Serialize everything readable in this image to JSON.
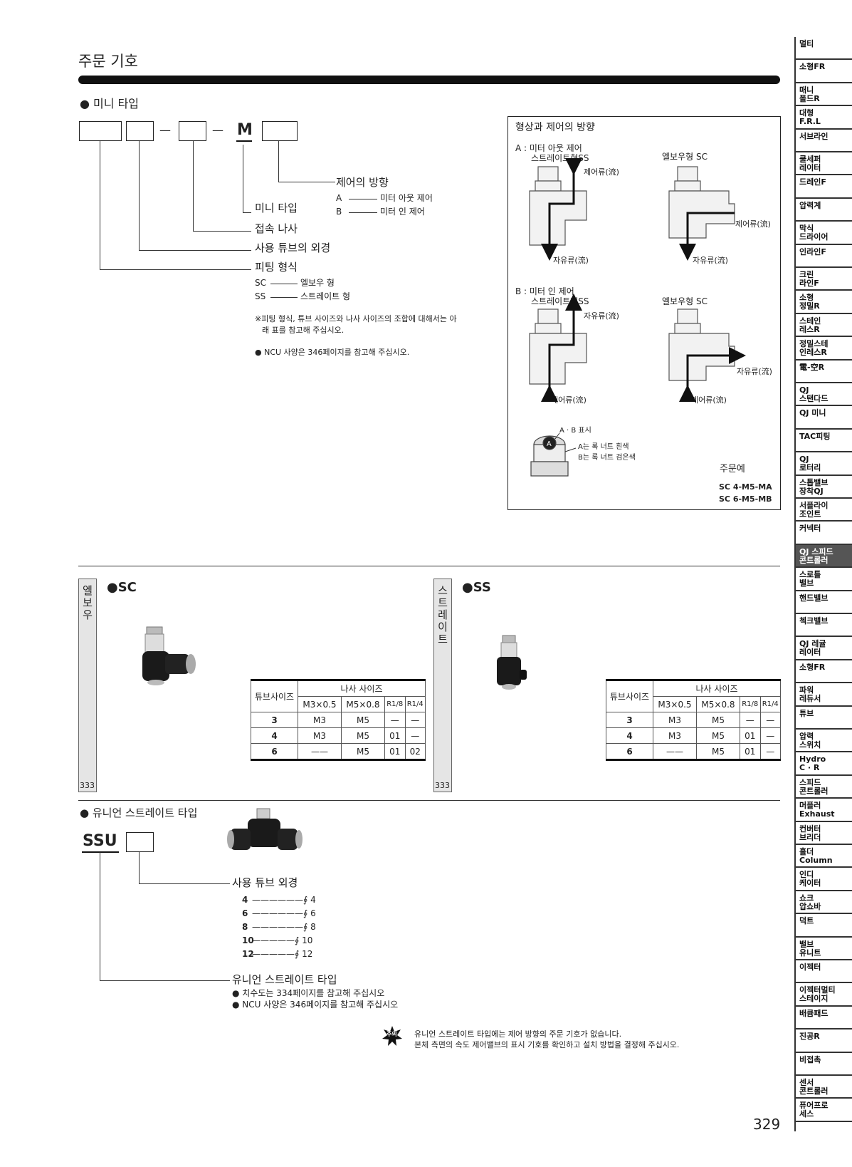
{
  "header": {
    "title": "주문 기호"
  },
  "mini": {
    "heading": "● 미니 타입",
    "code_dash1": "—",
    "code_dash2": "—",
    "code_m": "M",
    "dir_label": "제어의 방향",
    "dir_a_key": "A",
    "dir_a_text": "미터 아웃 제어",
    "dir_b_key": "B",
    "dir_b_text": "미터 인 제어",
    "mini_label": "미니 타입",
    "thread_label": "접속 나사",
    "tube_label": "사용 튜브의 외경",
    "fitting_label": "피팅 형식",
    "sc_key": "SC",
    "sc_text": "엘보우 형",
    "ss_key": "SS",
    "ss_text": "스트레이트 형",
    "note1": "※피팅 형식, 튜브 사이즈와 나사 사이즈의 조합에 대해서는 아",
    "note2": "래 표를 참고해 주십시오.",
    "note3": "● NCU 사양은 346페이지를 참고해 주십시오."
  },
  "direction_panel": {
    "title": "형상과 제어의 방향",
    "a_title": "A : 미터 아웃 제어",
    "a_sub": "스트레이트형SS",
    "a_elbow": "엘보우형 SC",
    "a_ctrl_flow": "제어류(流)",
    "a_free_flow": "자유류(流)",
    "a_elbow_ctrl": "제어류(流)",
    "a_elbow_free": "자유류(流)",
    "b_title": "B : 미터 인 제어",
    "b_sub": "스트레이트형SS",
    "b_elbow": "엘보우형 SC",
    "b_free_flow": "자유류(流)",
    "b_ctrl_flow": "제어류(流)",
    "b_elbow_free": "자유류(流)",
    "b_elbow_ctrl": "제어류(流)",
    "ab_mark": "A · B 표시",
    "a_nut": "A는 록 너트 흰색",
    "b_nut": "B는 록 너트 검은색",
    "order_example": "주문예",
    "example1": "SC 4-M5-MA",
    "example2": "SC 6-M5-MB"
  },
  "sc_section": {
    "tab_label": "엘보우",
    "tab_page": "333",
    "heading": "●SC",
    "table": {
      "tube_header": "튜브사이즈",
      "thread_header": "나사 사이즈",
      "cols": [
        "M3×0.5",
        "M5×0.8",
        "R1/8",
        "R1/4"
      ],
      "rows": [
        {
          "tube": "3",
          "cells": [
            "M3",
            "M5",
            "—",
            "—"
          ]
        },
        {
          "tube": "4",
          "cells": [
            "M3",
            "M5",
            "01",
            "—"
          ]
        },
        {
          "tube": "6",
          "cells": [
            "——",
            "M5",
            "01",
            "02"
          ]
        }
      ]
    }
  },
  "ss_section": {
    "tab_label": "스트레이트",
    "tab_page": "333",
    "heading": "●SS",
    "table": {
      "tube_header": "튜브사이즈",
      "thread_header": "나사 사이즈",
      "cols": [
        "M3×0.5",
        "M5×0.8",
        "R1/8",
        "R1/4"
      ],
      "rows": [
        {
          "tube": "3",
          "cells": [
            "M3",
            "M5",
            "—",
            "—"
          ]
        },
        {
          "tube": "4",
          "cells": [
            "M3",
            "M5",
            "01",
            "—"
          ]
        },
        {
          "tube": "6",
          "cells": [
            "——",
            "M5",
            "01",
            "—"
          ]
        }
      ]
    }
  },
  "union": {
    "heading": "● 유니언 스트레이트 타입",
    "code": "SSU",
    "tube_label": "사용 튜브 외경",
    "sizes": [
      {
        "k": "4",
        "v": "——————∮ 4"
      },
      {
        "k": "6",
        "v": "——————∮ 6"
      },
      {
        "k": "8",
        "v": "——————∮ 8"
      },
      {
        "k": "10",
        "v": "—————∮ 10"
      },
      {
        "k": "12",
        "v": "—————∮ 12"
      }
    ],
    "type_label": "유니언 스트레이트 타입",
    "note1": "● 치수도는 334페이지를 참고해 주십시오",
    "note2": "● NCU 사양은 346페이지를 참고해 주십시오",
    "caution_badge": "주의",
    "caution1": "유니언 스트레이트 타입에는 제어 방향의 주문 기호가 없습니다.",
    "caution2": "본체 측면의 속도 제어밸브의 표시 기호를 확인하고 설치 방법을 결정해 주십시오."
  },
  "page_number": "329",
  "sidebar": [
    "멀티",
    "소형FR",
    "매니\n폴드R",
    "대형\nF.R.L",
    "서브라인",
    "쿨세퍼\n레이터",
    "드레인F",
    "압력계",
    "막식\n드라이어",
    "인라인F",
    "크린\n라인F",
    "소형\n정밀R",
    "스테인\n레스R",
    "정밀스테\n인레스R",
    "電-空R",
    "QJ\n스탠다드",
    "QJ 미니",
    "TAC피팅",
    "QJ\n로터리",
    "스톱밸브\n장착QJ",
    "서플라이\n조인트",
    "커넥터",
    "QJ 스피드\n콘트롤러",
    "스로틀\n밸브",
    "핸드밸브",
    "첵크밸브",
    "QJ 레귤\n레이터",
    "소형FR",
    "파워\n레듀서",
    "튜브",
    "압력\n스위치",
    "Hydro\nC · R",
    "스피드\n콘트롤러",
    "머플러\nExhaust",
    "컨버터\n브리더",
    "홀더\nColumn",
    "인디\n케이터",
    "쇼크\n압쇼바",
    "덕트",
    "밸브\n유니트",
    "이젝터",
    "이젝터멀티\n스테이지",
    "배큠패드",
    "진공R",
    "비접촉",
    "센서\n콘트롤러",
    "퓨어프로\n세스"
  ],
  "sidebar_active": 22
}
